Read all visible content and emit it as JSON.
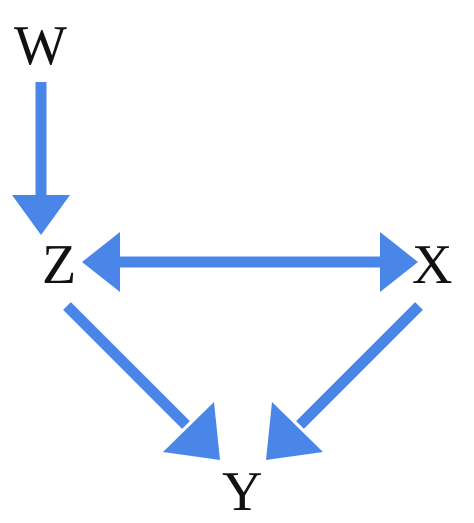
{
  "diagram": {
    "nodes": [
      {
        "id": "W",
        "label": "W"
      },
      {
        "id": "Z",
        "label": "Z"
      },
      {
        "id": "X",
        "label": "X"
      },
      {
        "id": "Y",
        "label": "Y"
      }
    ],
    "edges": [
      {
        "from": "W",
        "to": "Z",
        "directed": true,
        "bidirectional": false
      },
      {
        "from": "Z",
        "to": "X",
        "directed": true,
        "bidirectional": true
      },
      {
        "from": "Z",
        "to": "Y",
        "directed": true,
        "bidirectional": false
      },
      {
        "from": "X",
        "to": "Y",
        "directed": true,
        "bidirectional": false
      }
    ]
  },
  "colors": {
    "edge": "#4a86e8",
    "label": "#111111",
    "background": "#ffffff"
  }
}
